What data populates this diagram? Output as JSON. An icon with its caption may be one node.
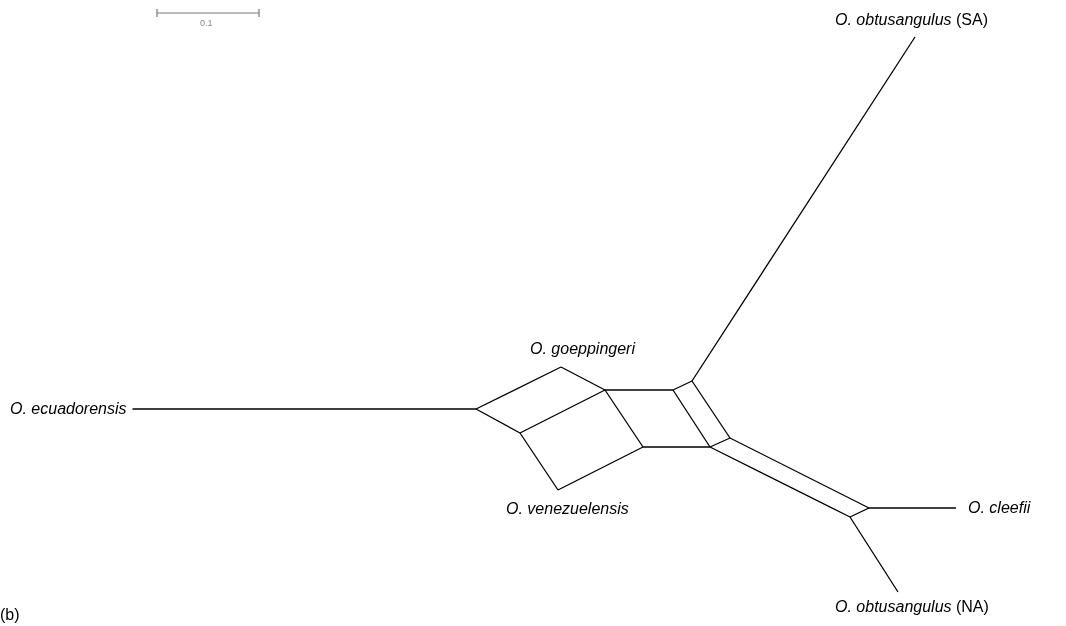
{
  "diagram": {
    "nodes": [
      {
        "text": [
          "*O. obtusangulus* (SA)"
        ]
      },
      {
        "text": [
          "O. ecuadorensis"
        ]
      },
      {
        "text": [
          "O. cleefii"
        ]
      },
      {
        "text": [
          "*O. obtusangulus* (NA)"
        ]
      },
      {
        "text": [],
        "shape": "picture"
      }
    ],
    "edges": [
      {
        "from": 0,
        "to": 4,
        "arrow": "none"
      },
      {
        "from": 1,
        "to": 4,
        "arrow": "none"
      },
      {
        "from": 2,
        "to": 4,
        "arrow": "none"
      },
      {
        "from": 3,
        "to": 4,
        "arrow": "none"
      }
    ],
    "labels": [
      "0.1",
      "O. goeppingeri",
      "O. venezuelensis",
      "(b)"
    ]
  }
}
